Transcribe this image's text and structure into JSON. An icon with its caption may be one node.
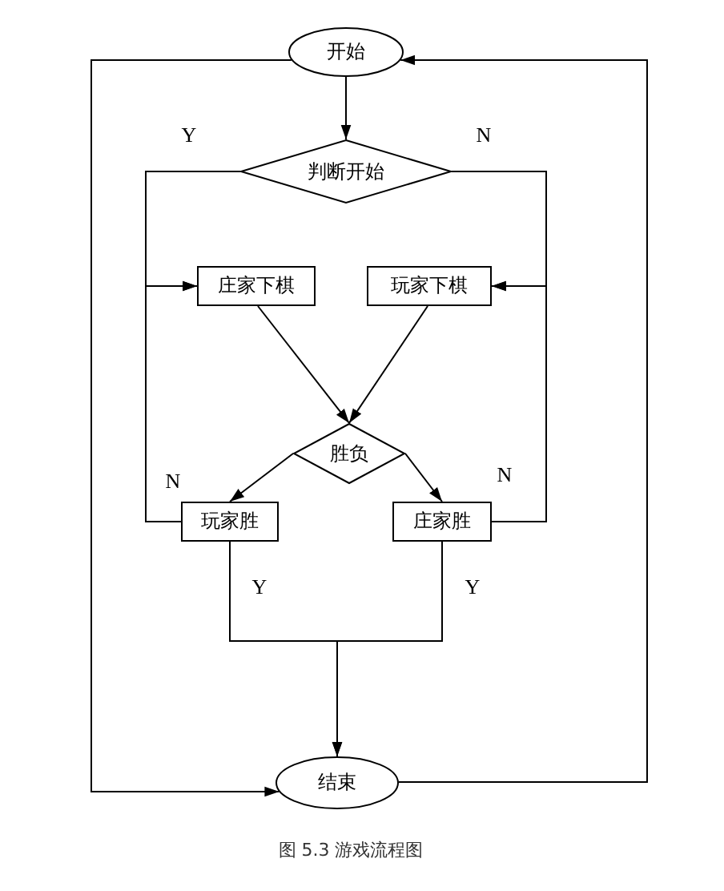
{
  "diagram": {
    "caption": "图 5.3 游戏流程图",
    "nodes": [
      {
        "text": [
          "开始"
        ]
      },
      {
        "text": [
          "判断开始"
        ]
      },
      {
        "text": [
          "庄家下棋"
        ]
      },
      {
        "text": [
          "玩家下棋"
        ]
      },
      {
        "text": [
          "胜负"
        ]
      },
      {
        "text": [
          "玩家胜"
        ]
      },
      {
        "text": [
          "庄家胜"
        ]
      },
      {
        "text": [
          "结束"
        ]
      }
    ],
    "edges": [
      {
        "from": 0,
        "to": 1,
        "arrow": "to"
      },
      {
        "from": 0,
        "to": 7,
        "arrow": "to"
      },
      {
        "from": 7,
        "to": 0,
        "arrow": "to"
      },
      {
        "from": 1,
        "to": 2,
        "arrow": "to",
        "label": "Y"
      },
      {
        "from": 1,
        "to": 3,
        "arrow": "to",
        "label": "N"
      },
      {
        "from": 2,
        "to": 4,
        "arrow": "to"
      },
      {
        "from": 3,
        "to": 4,
        "arrow": "to"
      },
      {
        "from": 4,
        "to": 5,
        "arrow": "to"
      },
      {
        "from": 4,
        "to": 6,
        "arrow": "to"
      },
      {
        "from": 5,
        "to": 2,
        "arrow": "to",
        "label": "N"
      },
      {
        "from": 6,
        "to": 3,
        "arrow": "to",
        "label": "N"
      },
      {
        "from": 5,
        "to": 7,
        "arrow": "to",
        "label": "Y"
      },
      {
        "from": 6,
        "to": 7,
        "arrow": "to",
        "label": "Y"
      }
    ]
  }
}
